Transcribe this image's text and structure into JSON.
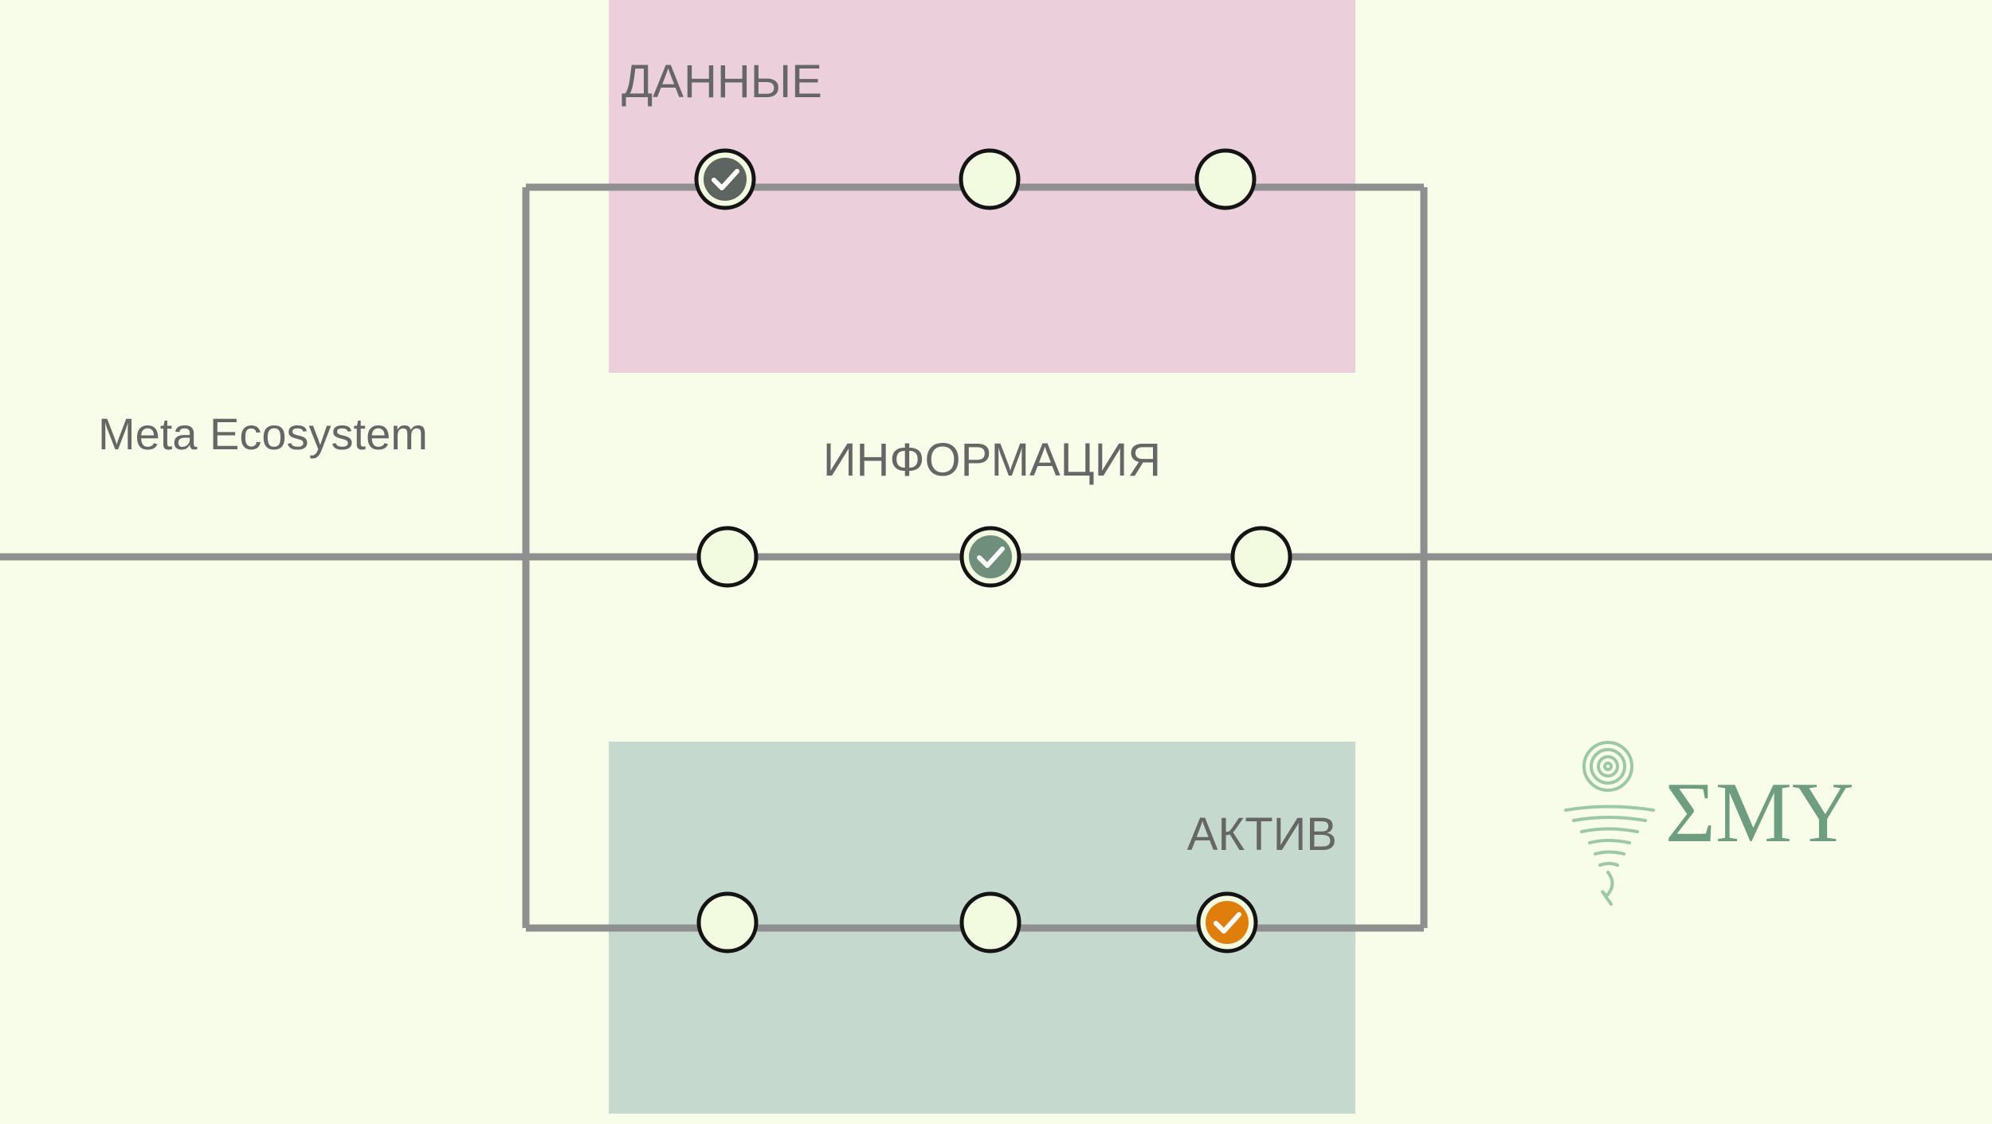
{
  "colors": {
    "background": "#f8fde9",
    "band_data": "#ebd0dc",
    "band_asset": "#c5d9cf",
    "line": "#8f8f8f",
    "node_fill": "#f2fbdf",
    "node_stroke": "#141414",
    "check_dark": "#5e645f",
    "check_green": "#6f8e7b",
    "check_orange": "#e07e0c",
    "label_text": "#666666",
    "logo_green": "#6e9e7f",
    "logo_light": "#9cc7a8"
  },
  "side_label": "Meta Ecosystem",
  "lanes": [
    {
      "id": "data",
      "label": "ДАННЫЕ",
      "nodes": [
        {
          "state": "checked",
          "style": "dark"
        },
        {
          "state": "empty"
        },
        {
          "state": "empty"
        }
      ]
    },
    {
      "id": "information",
      "label": "ИНФОРМАЦИЯ",
      "nodes": [
        {
          "state": "empty"
        },
        {
          "state": "checked",
          "style": "green"
        },
        {
          "state": "empty"
        }
      ]
    },
    {
      "id": "asset",
      "label": "АКТИВ",
      "nodes": [
        {
          "state": "empty"
        },
        {
          "state": "empty"
        },
        {
          "state": "checked",
          "style": "orange"
        }
      ]
    }
  ],
  "logo": {
    "text": "ΣMY",
    "icon": "spiral-tornado-icon"
  }
}
